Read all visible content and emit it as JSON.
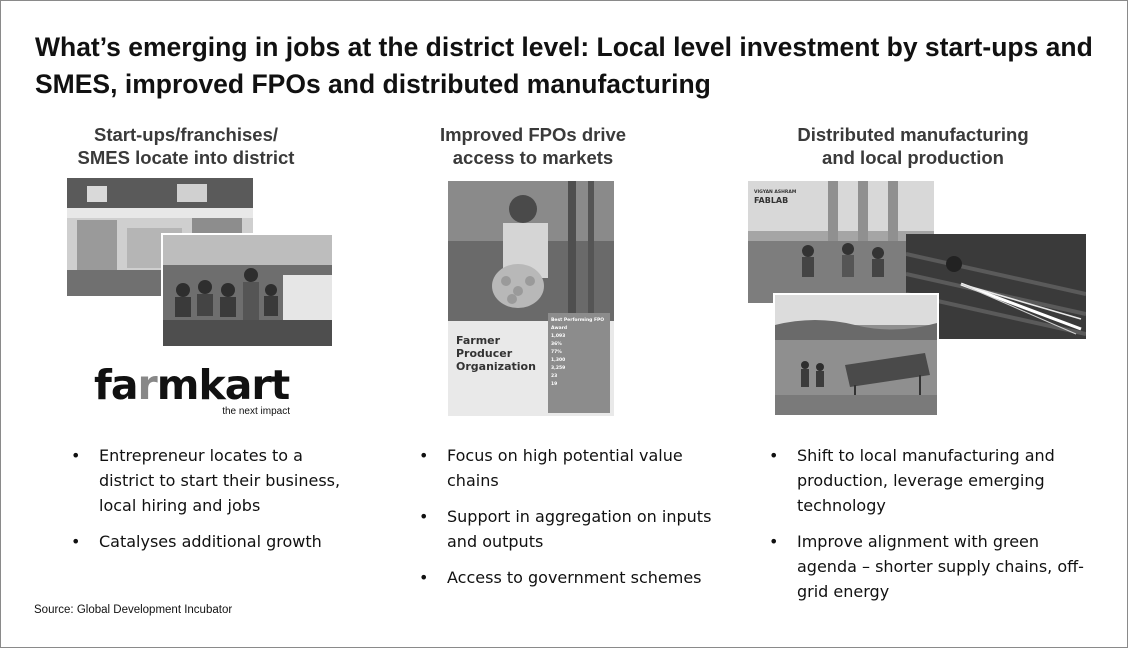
{
  "slide": {
    "title": "What’s emerging in jobs at the district level: Local level investment by start-ups and SMES, improved FPOs and distributed manufacturing",
    "source": "Source: Global Development Incubator"
  },
  "columns": [
    {
      "heading_line1": "Start-ups/franchises/",
      "heading_line2": "SMES locate into district",
      "bullets": [
        "Entrepreneur locates to a district to start their business, local hiring and jobs",
        "Catalyses additional growth"
      ]
    },
    {
      "heading_line1": "Improved FPOs drive",
      "heading_line2": "access to markets",
      "bullets": [
        "Focus on high potential value chains",
        "Support in aggregation on inputs and outputs",
        "Access to government schemes"
      ]
    },
    {
      "heading_line1": "Distributed manufacturing",
      "heading_line2": "and local production",
      "bullets": [
        "Shift to local manufacturing and production, leverage emerging technology",
        "Improve alignment with green agenda – shorter supply chains, off-grid energy"
      ]
    }
  ],
  "logo": {
    "word_a": "fa",
    "word_r": "r",
    "word_b": "mkart",
    "tagline": "the next impact"
  },
  "poster": {
    "heading_line1": "Farmer",
    "heading_line2": "Producer",
    "heading_line3": "Organization",
    "award": "Best Performing FPO Award",
    "stat1": "1,093",
    "stat2": "36%",
    "stat3": "77%",
    "stat4": "1,300",
    "stat5": "3,259",
    "stat6": "23",
    "stat7": "19"
  },
  "fablab": {
    "sign_line1": "VIGYAN ASHRAM",
    "sign_line2": "FABLAB"
  }
}
